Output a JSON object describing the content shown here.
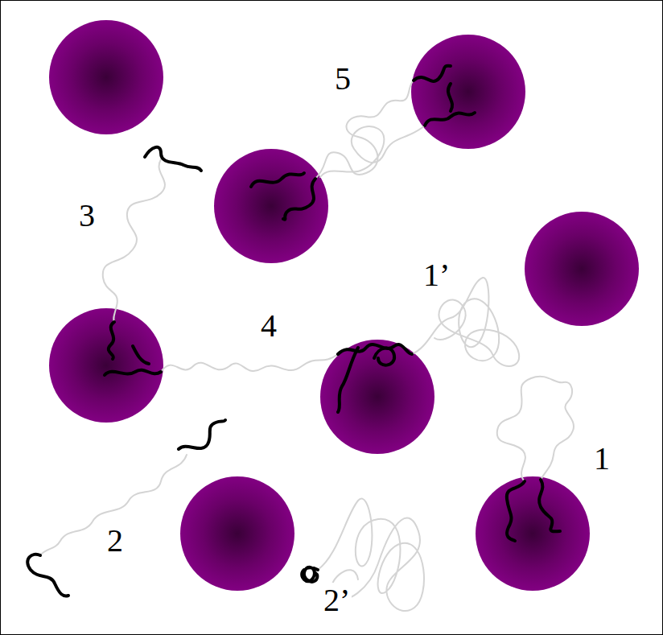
{
  "diagram": {
    "labels": [
      "5",
      "3",
      "1’",
      "4",
      "1",
      "2",
      "2’"
    ]
  }
}
